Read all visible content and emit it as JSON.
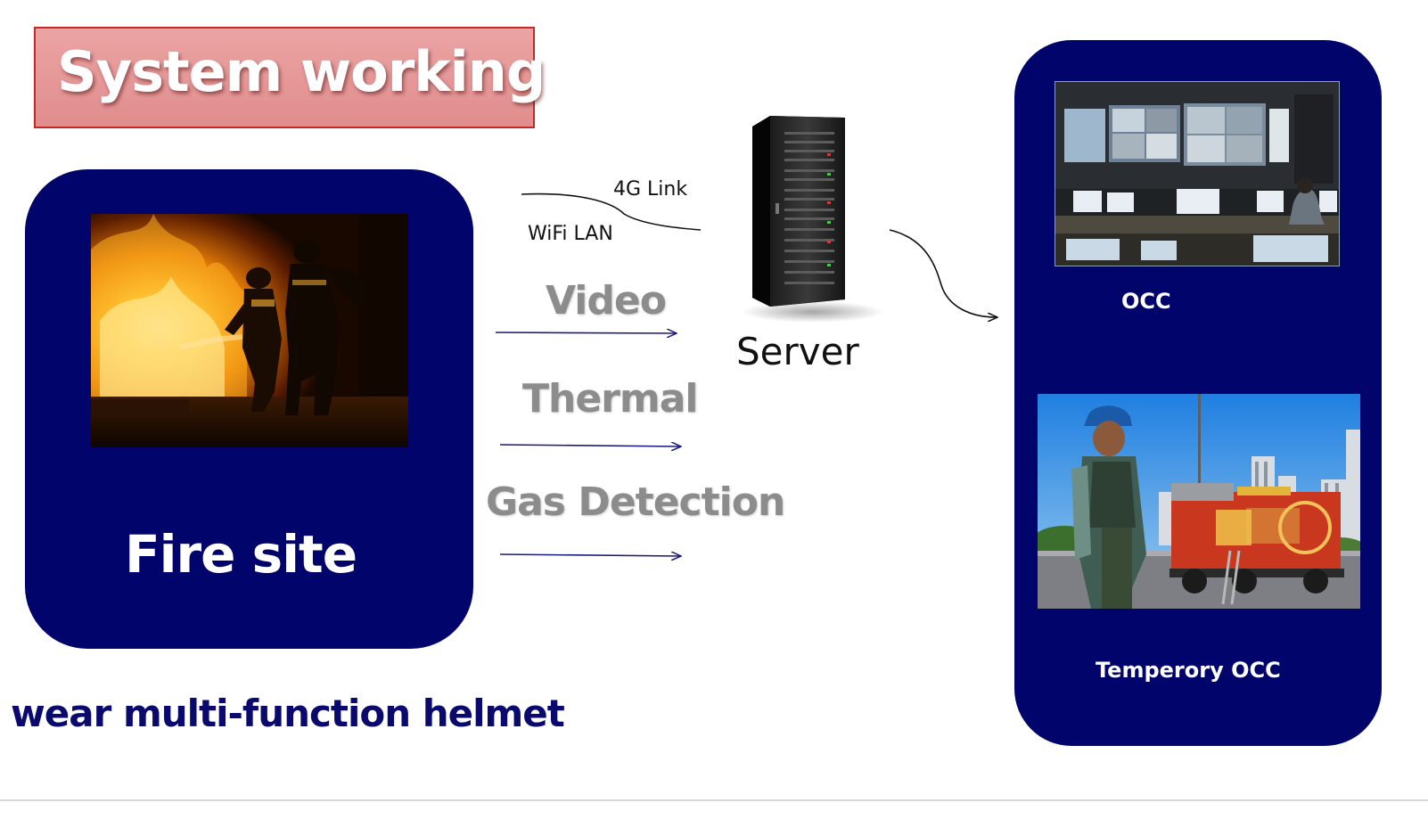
{
  "title": "System working",
  "fire_site": {
    "label": "Fire site",
    "caption": "wear multi-function helmet"
  },
  "links": {
    "link_4g": "4G Link",
    "wifi_lan": "WiFi LAN"
  },
  "data_streams": [
    "Video",
    "Thermal",
    "Gas Detection"
  ],
  "server": {
    "label": "Server"
  },
  "operations": {
    "occ_label": "OCC",
    "temporary_occ_label": "Temperory OCC"
  },
  "colors": {
    "panel_navy": "#00046b",
    "title_fill": "#e59999",
    "title_border": "#c62828",
    "stream_grey": "#8c8c8c",
    "arrow_navy": "#1a1a7a"
  }
}
